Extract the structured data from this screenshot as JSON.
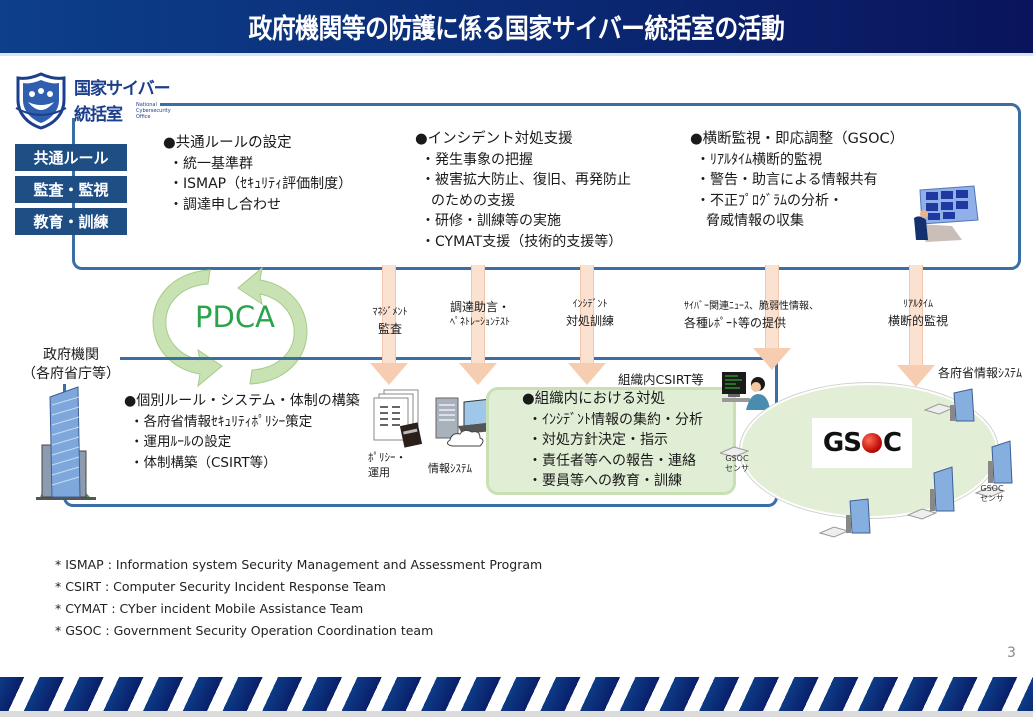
{
  "header": {
    "title": "政府機関等の防護に係る国家サイバー統括室の活動"
  },
  "logo": {
    "line1": "国家サイバー",
    "line2": "統括室",
    "english": "National Cybersecurity Office"
  },
  "side_tabs": [
    "共通ルール",
    "監査・監視",
    "教育・訓練"
  ],
  "top_blocks": [
    {
      "heading": "●共通ルールの設定",
      "items": [
        "・統一基準群",
        "・ISMAP（ｾｷｭﾘﾃｨ評価制度）",
        "・調達申し合わせ"
      ]
    },
    {
      "heading": "●インシデント対処支援",
      "items": [
        "・発生事象の把握",
        "・被害拡大防止、復旧、再発防止",
        "のための支援",
        "・研修・訓練等の実施",
        "・CYMAT支援（技術的支援等）"
      ]
    },
    {
      "heading": "●横断監視・即応調整（GSOC）",
      "items": [
        "・ﾘｱﾙﾀｲﾑ横断的監視",
        "・警告・助言による情報共有",
        "・不正ﾌﾟﾛｸﾞﾗﾑの分析・",
        "脅威情報の収集"
      ]
    }
  ],
  "pdca_label": "PDCA",
  "arrows": [
    {
      "line1": "ﾏﾈｼﾞﾒﾝﾄ",
      "line2": "監査"
    },
    {
      "line1": "調達助言・",
      "line2": "ﾍﾟﾈﾄﾚｰｼｮﾝﾃｽﾄ"
    },
    {
      "line1": "ｲﾝｼﾃﾞﾝﾄ",
      "line2": "対処訓練"
    },
    {
      "line1": "ｻｲﾊﾞｰ関連ﾆｭｰｽ、脆弱性情報、",
      "line2": "各種ﾚﾎﾟｰﾄ等の提供"
    },
    {
      "line1": "ﾘｱﾙﾀｲﾑ",
      "line2": "横断的監視"
    }
  ],
  "gov": {
    "label_line1": "政府機関",
    "label_line2": "（各府省庁等）",
    "heading": "●個別ルール・システム・体制の構築",
    "items": [
      "・各府省情報ｾｷｭﾘﾃｨﾎﾟﾘｼｰ策定",
      "・運用ﾙｰﾙの設定",
      "・体制構築（CSIRT等）"
    ],
    "policy_label1": "ﾎﾟﾘｼｰ・",
    "policy_label2": "運用",
    "system_label": "情報ｼｽﾃﾑ"
  },
  "csirt": {
    "label": "組織内CSIRT等",
    "heading": "●組織内における対処",
    "items": [
      "・ｲﾝｼﾃﾞﾝﾄ情報の集約・分析",
      "・対処方針決定・指示",
      "・責任者等への報告・連絡",
      "・要員等への教育・訓練"
    ]
  },
  "gsoc": {
    "logo_text_left": "GS",
    "logo_text_right": "C",
    "systems_label": "各府省情報ｼｽﾃﾑ",
    "sensor_line1": "GSOC",
    "sensor_line2": "センサ"
  },
  "notes": [
    "* ISMAP : Information system Security Management and Assessment Program",
    "* CSIRT : Computer Security Incident Response Team",
    "* CYMAT : CYber incident Mobile Assistance Team",
    "* GSOC : Government Security Operation Coordination team"
  ],
  "page_number": "3",
  "colors": {
    "header_start": "#0d3f8a",
    "header_end": "#09145c",
    "frame": "#3a6ea5",
    "tab": "#1f4e85",
    "pdca": "#2aa34a",
    "arrow": "#f7cdb1",
    "csirt_bg": "#e1eed6"
  }
}
